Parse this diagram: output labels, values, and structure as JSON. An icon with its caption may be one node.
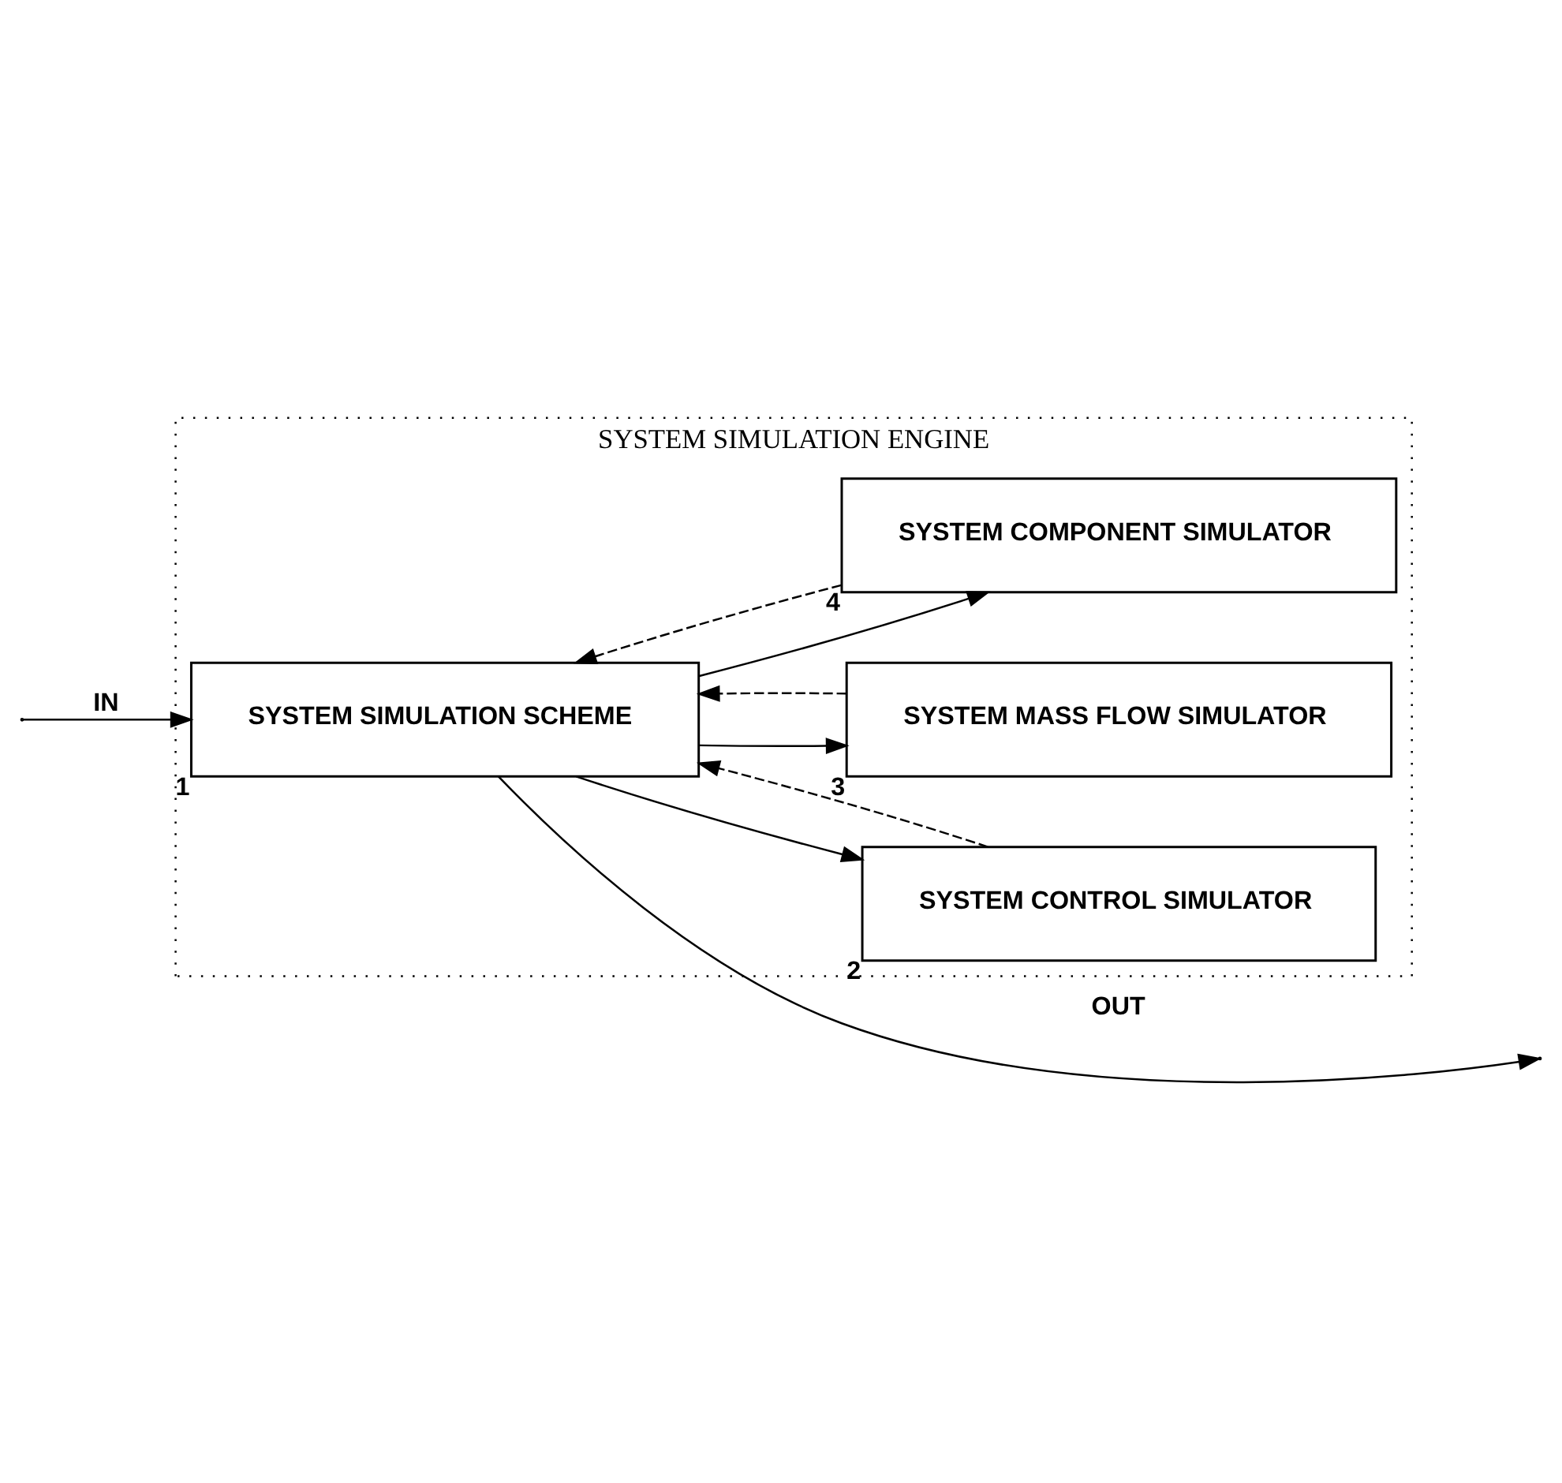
{
  "diagram": {
    "nodes": [
      {
        "text": [
          "SYSTEM SIMULATION ENGINE"
        ]
      },
      {
        "text": [
          "SYSTEM SIMULATION SCHEME"
        ],
        "in": 0,
        "beside": [
          "1"
        ]
      },
      {
        "text": [
          "SYSTEM CONTROL SIMULATOR"
        ],
        "in": 0,
        "beside": [
          "2"
        ]
      },
      {
        "text": [
          "SYSTEM MASS FLOW SIMULATOR"
        ],
        "in": 0,
        "beside": [
          "3"
        ]
      },
      {
        "text": [
          "SYSTEM COMPONENT SIMULATOR"
        ],
        "in": 0,
        "beside": [
          "4"
        ]
      }
    ],
    "edges": [
      {
        "from": 1,
        "to": null,
        "arrow": "to",
        "label": "OUT"
      },
      {
        "from": null,
        "to": 1,
        "arrow": "to",
        "label": "IN"
      },
      {
        "from": 1,
        "to": 2,
        "arrow": "to"
      },
      {
        "from": 1,
        "to": 3,
        "arrow": "to"
      },
      {
        "from": 1,
        "to": 4,
        "arrow": "to"
      },
      {
        "from": 2,
        "to": 1,
        "arrow": "to",
        "style": "dashed"
      },
      {
        "from": 3,
        "to": 1,
        "arrow": "to",
        "style": "dashed"
      },
      {
        "from": 4,
        "to": 1,
        "arrow": "to",
        "style": "dashed"
      }
    ]
  }
}
